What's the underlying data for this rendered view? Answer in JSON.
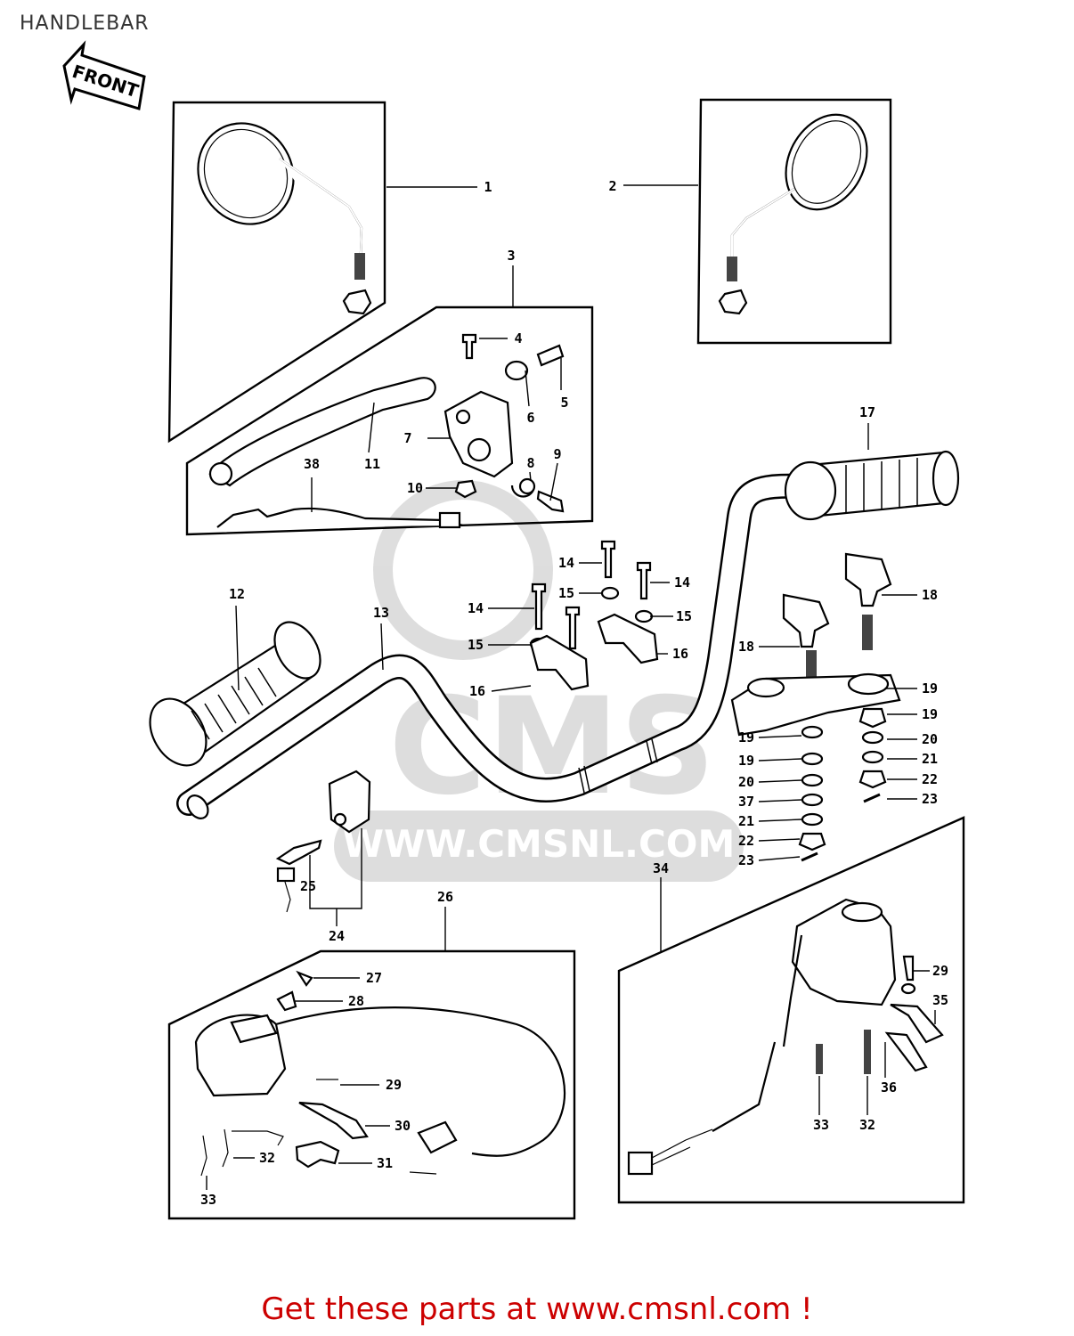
{
  "title": "HANDLEBAR",
  "front_arrow_label": "FRONT",
  "watermark_text": "WWW.CMSNL.COM",
  "watermark_logo": "CMS",
  "footer": {
    "text": "Get these parts at www.cmsnl.com !",
    "color": "#cc0000"
  },
  "part_numbers": [
    "1",
    "2",
    "3",
    "4",
    "5",
    "6",
    "7",
    "8",
    "9",
    "10",
    "11",
    "12",
    "13",
    "14",
    "15",
    "16",
    "17",
    "18",
    "19",
    "20",
    "21",
    "22",
    "23",
    "24",
    "25",
    "26",
    "27",
    "28",
    "29",
    "30",
    "31",
    "32",
    "33",
    "34",
    "35",
    "36",
    "37",
    "38"
  ]
}
